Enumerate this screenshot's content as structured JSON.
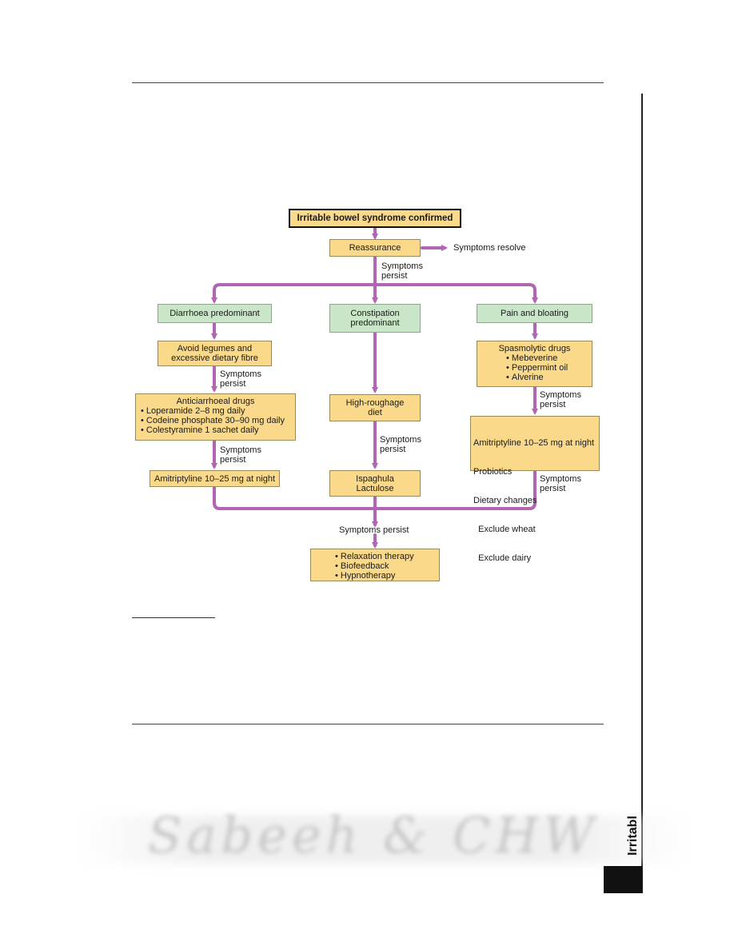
{
  "flowchart": {
    "title": "Irritable bowel syndrome confirmed",
    "reassurance": "Reassurance",
    "symptoms_resolve": "Symptoms resolve",
    "symptoms_persist": "Symptoms\npersist",
    "symptoms_persist_final": "Symptoms persist",
    "branches": {
      "diarrhoea": {
        "heading": "Diarrhoea predominant",
        "step1": "Avoid legumes and\nexcessive dietary fibre",
        "step2_title": "Anticiarrhoeal drugs",
        "step2_items": [
          "Loperamide 2–8 mg daily",
          "Codeine phosphate 30–90 mg daily",
          "Colestyramine 1 sachet daily"
        ],
        "step3": "Amitriptyline 10–25 mg at night"
      },
      "constipation": {
        "heading": "Constipation\npredominant",
        "step1": "High-roughage\ndiet",
        "step2": "Ispaghula\nLactulose"
      },
      "pain": {
        "heading": "Pain and bloating",
        "step1_title": "Spasmolytic drugs",
        "step1_items": [
          "Mebeverine",
          "Peppermint oil",
          "Alverine"
        ],
        "step2_lines": [
          "Amitriptyline 10–25 mg at night",
          "Probiotics",
          "Dietary changes",
          "  Exclude wheat",
          "  Exclude dairy"
        ]
      }
    },
    "final_items": [
      "Relaxation therapy",
      "Biofeedback",
      "Hypnotherapy"
    ]
  },
  "page": {
    "watermark": "Sabeeh & CHW",
    "side_tab": "Irritabl"
  },
  "colors": {
    "arrow": "#b165b5",
    "yellow_box": "#fbd98a",
    "green_box": "#c9e6c8"
  }
}
